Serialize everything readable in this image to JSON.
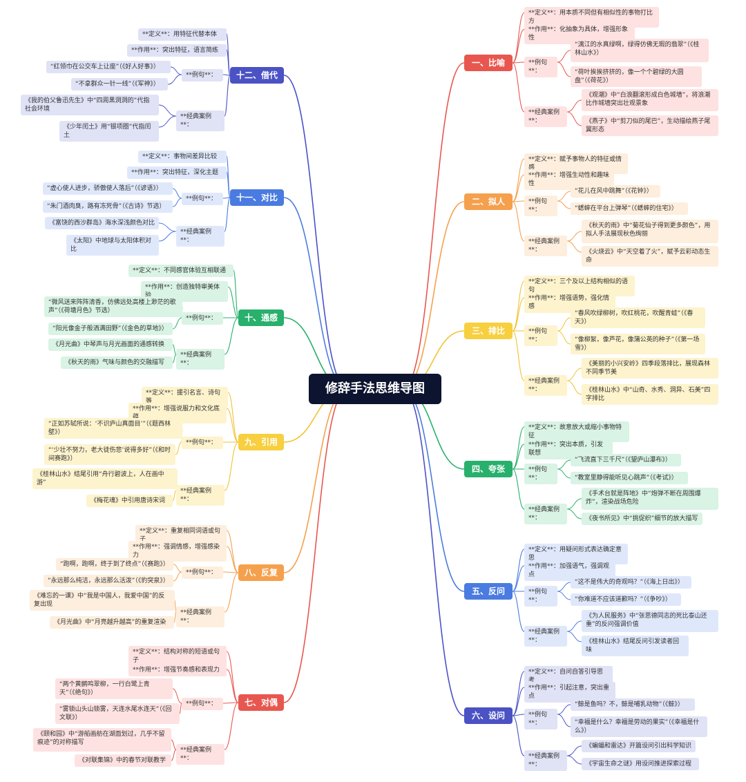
{
  "center": {
    "title": "修辞手法思维导图"
  },
  "palette": {
    "red": {
      "line": "#e8574f",
      "branch": "#e8574f",
      "leaf": "#fde2e1"
    },
    "orange": {
      "line": "#f5a04d",
      "branch": "#f5a04d",
      "leaf": "#fdeedd"
    },
    "yellow": {
      "line": "#f2c230",
      "branch": "#f7cf3f",
      "leaf": "#fdf3cd"
    },
    "green": {
      "line": "#28b06c",
      "branch": "#28b06c",
      "leaf": "#d9f3e5"
    },
    "blue": {
      "line": "#4a7be0",
      "branch": "#4a7be0",
      "leaf": "#dfe8fb"
    },
    "indigo": {
      "line": "#4a52c4",
      "branch": "#4a52c4",
      "leaf": "#e0e2f6"
    }
  },
  "branches": [
    {
      "id": "b1",
      "label": "一、比喻",
      "color": "red",
      "side": "right",
      "definition": "**定义**：用本质不同但有相似性的事物打比方",
      "effect": "**作用**：化抽象为具体，增强形象性",
      "example_label": "**例句**：",
      "examples": [
        "“漓江的水真绿啊，绿得仿佛无瑕的翡翠”（《桂林山水》）",
        "“荷叶挨挨挤挤的，像一个个碧绿的大圆盘”（《荷花》）"
      ],
      "case_label": "**经典案例**：",
      "cases": [
        "《观潮》中“白浪翻滚形成白色城墙”，将浪潮比作城墙突出壮观景象",
        "《燕子》中“剪刀似的尾巴”，生动描绘燕子尾翼形态"
      ]
    },
    {
      "id": "b2",
      "label": "二、拟人",
      "color": "orange",
      "side": "right",
      "definition": "**定义**：赋予事物人的特征或情感",
      "effect": "**作用**：增强生动性和趣味性",
      "example_label": "**例句**：",
      "examples": [
        "“花儿在风中跳舞”（《花钟》）",
        "“蟋蟀在平台上弹琴”（《蟋蟀的住宅》）"
      ],
      "case_label": "**经典案例**：",
      "cases": [
        "《秋天的雨》中“菊花仙子得到更多颜色”，用拟人手法展现秋色绚丽",
        "《火烧云》中“天空着了火”，赋予云彩动态生命"
      ]
    },
    {
      "id": "b3",
      "label": "三、排比",
      "color": "yellow",
      "side": "right",
      "definition": "**定义**：三个及以上结构相似的语句",
      "effect": "**作用**：增强语势，强化情感",
      "example_label": "**例句**：",
      "examples": [
        "“春风吹绿柳树，吹红桃花，吹醒青蛙”（《春天》）",
        "“像柳絮，像芦花，像蒲公英的种子”（《第一场雪》）"
      ],
      "case_label": "**经典案例**：",
      "cases": [
        "《美丽的小兴安岭》四季段落排比，展现森林不同季节美",
        "《桂林山水》中“山奇、水秀、洞异、石美”四字排比"
      ]
    },
    {
      "id": "b4",
      "label": "四、夸张",
      "color": "green",
      "side": "right",
      "definition": "**定义**：故意放大或缩小事物特征",
      "effect": "**作用**：突出本质，引发联想",
      "example_label": "**例句**：",
      "examples": [
        "“飞流直下三千尺”（《望庐山瀑布》）",
        "“教室里静得能听见心跳声”（《考试》）"
      ],
      "case_label": "**经典案例**：",
      "cases": [
        "《手术台就是阵地》中“炮弹不断在周围爆炸”，渲染战场危险",
        "《夜书所见》中“挑促织”细节的放大描写"
      ]
    },
    {
      "id": "b5",
      "label": "五、反问",
      "color": "blue",
      "side": "right",
      "definition": "**定义**：用疑问形式表达确定意思",
      "effect": "**作用**：加强语气，强调观点",
      "example_label": "**例句**：",
      "examples": [
        "“这不是伟大的奇观吗？”（《海上日出》）",
        "“你难道不应该道歉吗？”（《争吵》）"
      ],
      "case_label": "**经典案例**：",
      "cases": [
        "《为人民服务》中“张思德同志的死比泰山还重”的反问强调价值",
        "《桂林山水》结尾反问引发读者回味"
      ]
    },
    {
      "id": "b6",
      "label": "六、设问",
      "color": "indigo",
      "side": "right",
      "definition": "**定义**：自问自答引导思考",
      "effect": "**作用**：引起注意，突出重点",
      "example_label": "**例句**：",
      "examples": [
        "“鲸是鱼吗？不，鲸是哺乳动物”（《鲸》）",
        "“幸福是什么？幸福是劳动的果实”（《幸福是什么》）"
      ],
      "case_label": "**经典案例**：",
      "cases": [
        "《蝙蝠和雷达》开篇设问引出科学知识",
        "《宇宙生命之谜》用设问推进探索过程"
      ]
    },
    {
      "id": "b7",
      "label": "七、对偶",
      "color": "red",
      "side": "left",
      "definition": "**定义**：结构对称的短语或句子",
      "effect": "**作用**：增强节奏感和表现力",
      "example_label": "**例句**：",
      "examples": [
        "“两个黄鹂鸣翠柳，一行白鹭上青天”（《绝句》）",
        "“雾锁山头山锁雾，天连水尾水连天”（《回文联》）"
      ],
      "case_label": "**经典案例**：",
      "cases": [
        "《颐和园》中“游船画舫在湖面划过，几乎不留痕迹”的对称描写",
        "《对联集锦》中的春节对联教学"
      ]
    },
    {
      "id": "b8",
      "label": "八、反复",
      "color": "orange",
      "side": "left",
      "definition": "**定义**：重复相同词语或句子",
      "effect": "**作用**：强调情感，增强感染力",
      "example_label": "**例句**：",
      "examples": [
        "“跑啊，跑啊，终于到了终点”（《赛跑》）",
        "“永远那么纯洁，永远那么活泼”（《豹突泉》）"
      ],
      "case_label": "**经典案例**：",
      "cases": [
        "《难忘的一课》中“我是中国人，我爱中国”的反复出现",
        "《月光曲》中“月亮越升越高”的重复渲染"
      ]
    },
    {
      "id": "b9",
      "label": "九、引用",
      "color": "yellow",
      "side": "left",
      "definition": "**定义**：援引名言、诗句等",
      "effect": "**作用**：增强说服力和文化底蕴",
      "example_label": "**例句**：",
      "examples": [
        "“正如苏轼所说：‘不识庐山真面目’”（《题西林壁》）",
        "“‘少壮不努力，老大徒伤悲’说得多好”（《和时间赛跑》）"
      ],
      "case_label": "**经典案例**：",
      "cases": [
        "《桂林山水》结尾引用“舟行碧波上，人在画中游”",
        "《梅花魂》中引用唐诗宋词"
      ]
    },
    {
      "id": "b10",
      "label": "十、通感",
      "color": "green",
      "side": "left",
      "definition": "**定义**：不同感官体验互相联通",
      "effect": "**作用**：创造独特审美体验",
      "example_label": "**例句**：",
      "examples": [
        "“微风送来阵阵清香，仿佛远处高楼上渺茫的歌声”（《荷塘月色》节选）",
        "“阳光像金子般洒满田野”（《金色的草地》）"
      ],
      "case_label": "**经典案例**：",
      "cases": [
        "《月光曲》中琴声与月光画面的通感转换",
        "《秋天的雨》气味与颜色的交融描写"
      ]
    },
    {
      "id": "b11",
      "label": "十一、对比",
      "color": "blue",
      "side": "left",
      "definition": "**定义**：事物间差异比较",
      "effect": "**作用**：突出特征，深化主题",
      "example_label": "**例句**：",
      "examples": [
        "“虚心使人进步，骄傲使人落后”（《谚语》）",
        "“朱门酒肉臭，路有冻死骨”（《古诗》节选）"
      ],
      "case_label": "**经典案例**：",
      "cases": [
        "《富饶的西沙群岛》海水深浅颜色对比",
        "《太阳》中地球与太阳体积对比"
      ]
    },
    {
      "id": "b12",
      "label": "十二、借代",
      "color": "indigo",
      "side": "left",
      "definition": "**定义**：用特征代替本体",
      "effect": "**作用**：突出特征，语言简练",
      "example_label": "**例句**：",
      "examples": [
        "“红领巾在公交车上让座”（《好人好事》）",
        "“不拿群众一针一线”（《军神》）"
      ],
      "case_label": "**经典案例**：",
      "cases": [
        "《我的伯父鲁迅先生》中“四周黑洞洞的”代指社会环境",
        "《少年闰土》用“银项圈”代指闰土"
      ]
    }
  ]
}
